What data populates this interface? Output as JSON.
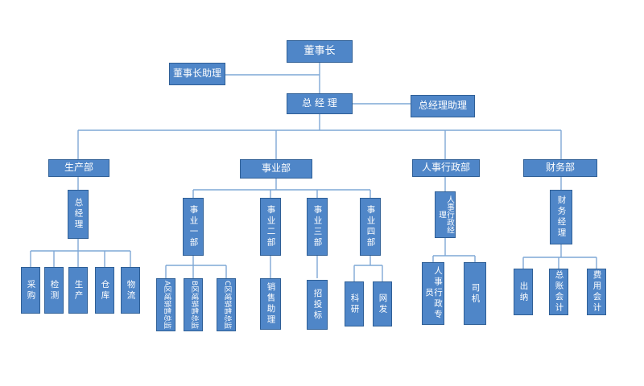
{
  "chairman": "董事长",
  "chairman_assistant": "董事长助理",
  "gm": "总 经 理",
  "gm_assistant": "总经理助理",
  "departments": {
    "production": {
      "label": "生产部",
      "manager": "总经理",
      "units": [
        "采购",
        "检测",
        "生产",
        "仓库",
        "物流"
      ]
    },
    "business": {
      "label": "事业部",
      "sub": [
        {
          "label": "事业一部",
          "units": [
            "A区域销售总监",
            "B区域销售总监",
            "C区域销售总监"
          ]
        },
        {
          "label": "事业二部",
          "units": [
            "销售助理"
          ]
        },
        {
          "label": "事业三部",
          "units": [
            "招投标"
          ]
        },
        {
          "label": "事业四部",
          "units": [
            "科研",
            "网发"
          ]
        }
      ]
    },
    "hr": {
      "label": "人事行政部",
      "manager": "人事行政经理",
      "units": [
        "人事行政专员",
        "司机"
      ]
    },
    "finance": {
      "label": "财务部",
      "manager": "财务经理",
      "units": [
        "出纳",
        "总账会计",
        "费用会计"
      ]
    }
  }
}
